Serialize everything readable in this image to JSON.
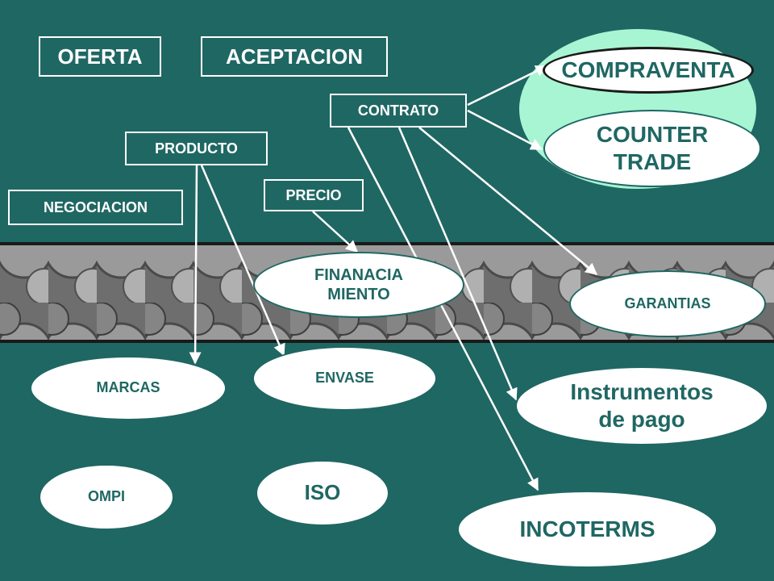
{
  "boxes": {
    "oferta": "OFERTA",
    "aceptacion": "ACEPTACION",
    "contrato": "CONTRATO",
    "producto": "PRODUCTO",
    "precio": "PRECIO",
    "negociacion": "NEGOCIACION"
  },
  "ellipses": {
    "compraventa": "COMPRAVENTA",
    "counter_trade": "COUNTER\nTRADE",
    "financiamiento": "FINANACIA\nMIENTO",
    "garantias": "GARANTIAS",
    "marcas": "MARCAS",
    "envase": "ENVASE",
    "instrumentos": "Instrumentos\nde pago",
    "ompi": "OMPI",
    "iso": "ISO",
    "incoterms": "INCOTERMS"
  },
  "colors": {
    "background": "#1f6763",
    "node_fill": "#ffffff",
    "node_text": "#1f6763",
    "highlight_fill": "#a7f5d3"
  }
}
